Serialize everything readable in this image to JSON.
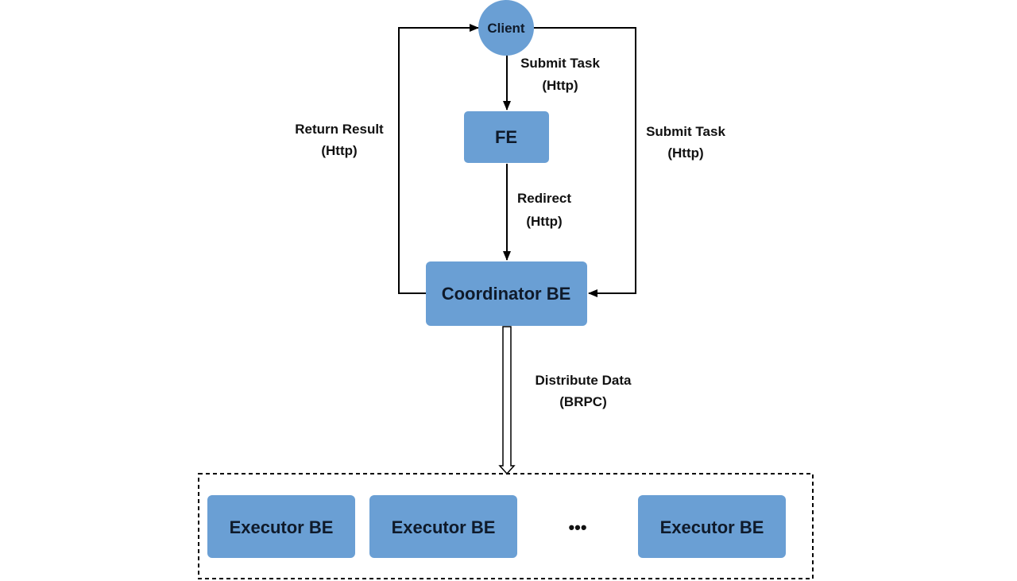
{
  "colors": {
    "node_fill": "#6a9fd4",
    "node_text": "#0f1a2a",
    "line": "#000000",
    "background": "#ffffff"
  },
  "nodes": {
    "client": "Client",
    "fe": "FE",
    "coordinator": "Coordinator BE",
    "executor_1": "Executor BE",
    "executor_2": "Executor BE",
    "ellipsis": "•••",
    "executor_3": "Executor BE"
  },
  "edges": {
    "client_to_fe": {
      "line1": "Submit Task",
      "line2": "(Http)"
    },
    "fe_to_coordinator": {
      "line1": "Redirect",
      "line2": "(Http)"
    },
    "coordinator_to_client": {
      "line1": "Return Result",
      "line2": "(Http)"
    },
    "client_to_coordinator": {
      "line1": "Submit Task",
      "line2": "(Http)"
    },
    "coordinator_to_executors": {
      "line1": "Distribute Data",
      "line2": "(BRPC)"
    }
  }
}
